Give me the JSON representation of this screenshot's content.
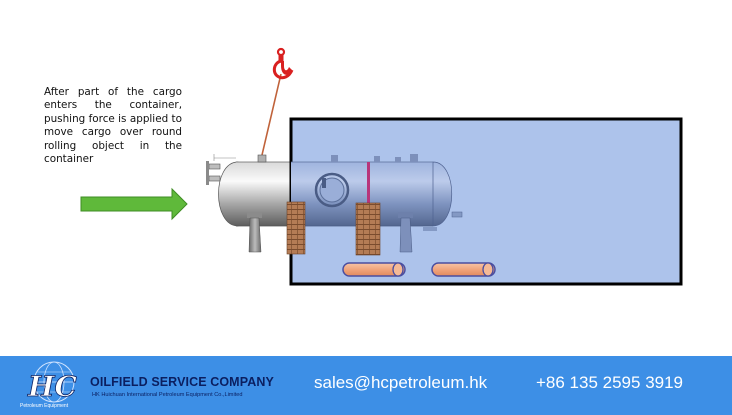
{
  "diagram": {
    "caption": "After part of the cargo enters the container, pushing force is applied to move cargo over round rolling object in the container",
    "icons": [
      "crane-hook-icon",
      "push-arrow-icon"
    ],
    "colors": {
      "container_fill": "#a4bde9",
      "container_border": "#000000",
      "arrow": "#5fb93a",
      "hook": "#d92020",
      "rope": "#c0623a",
      "roller": "#f2aa86"
    }
  },
  "footer": {
    "company_name": "OILFIELD SERVICE COMPANY",
    "company_full_name": "HK Huichuan International Petroleum Equipment Co.,Limited",
    "logo_subtitle": "Petroleum Equipment",
    "email": "sales@hcpetroleum.hk",
    "phone": "+86 135 2595 3919",
    "background_color": "#3d8fe6"
  }
}
